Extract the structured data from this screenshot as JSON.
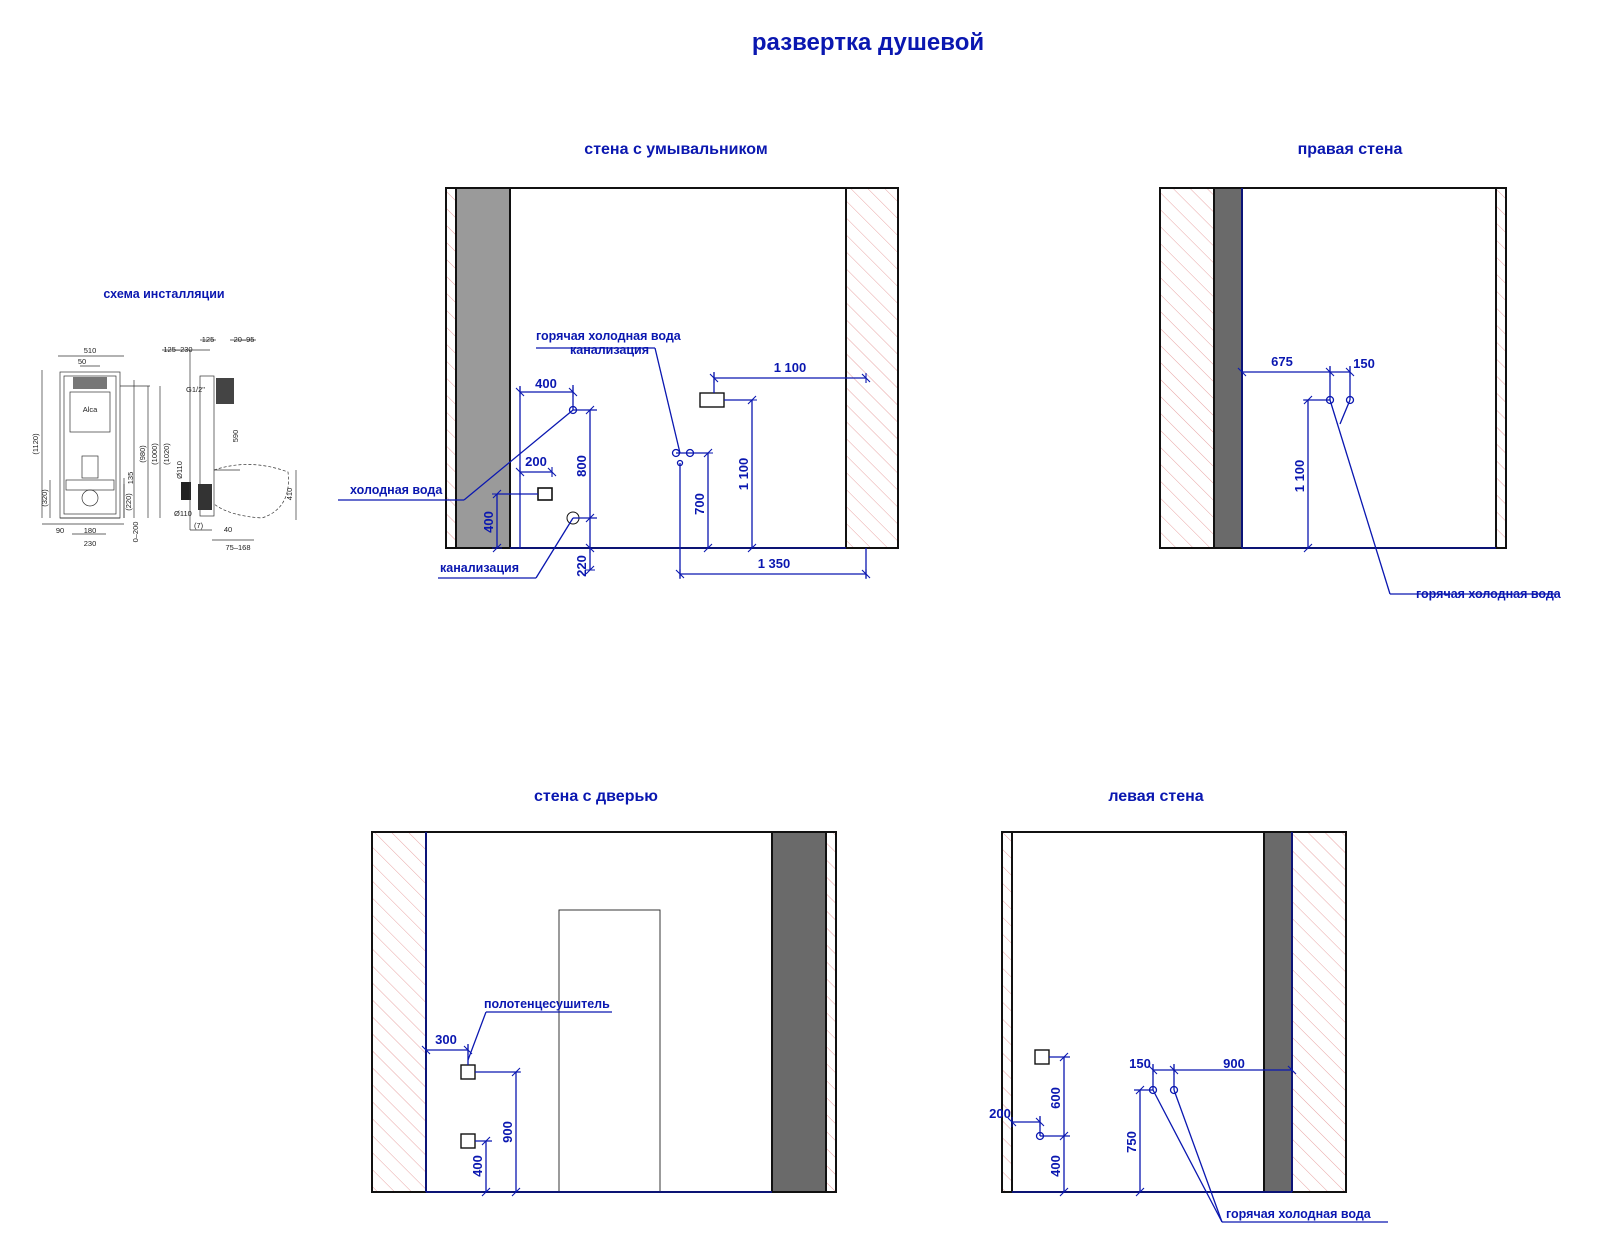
{
  "title": "развертка душевой",
  "colors": {
    "accent": "#0a17b0",
    "wall_hatch": "#e8a3a3",
    "tile_gray": "#9a9a9a",
    "tile_dark": "#6a6a6a"
  },
  "install": {
    "title": "схема инсталляции",
    "labels": [
      "510",
      "50",
      "125–230",
      "125",
      "20–95",
      "G1/2\"",
      "(1120)",
      "(980)",
      "(1000)",
      "(1020)",
      "(320)",
      "(220)",
      "135",
      "590",
      "Ø110",
      "Ø110",
      "410",
      "90",
      "180",
      "230",
      "0–200",
      "(7)",
      "40",
      "75–168",
      "Alca"
    ]
  },
  "wall_sink": {
    "title": "стена с умывальником",
    "dims": {
      "d400_top": "400",
      "d200": "200",
      "d800": "800",
      "d400_side": "400",
      "d220": "220",
      "d700": "700",
      "d1100_v": "1 100",
      "d1100_h": "1 100",
      "d1350": "1 350"
    },
    "notes": {
      "hot_cold": "горячая холодная вода",
      "sewer_top": "канализация",
      "cold": "холодная вода",
      "sewer_bottom": "канализация"
    }
  },
  "wall_right": {
    "title": "правая стена",
    "dims": {
      "d675": "675",
      "d150": "150",
      "d1100": "1 100"
    },
    "notes": {
      "hot_cold": "горячая холодная вода"
    }
  },
  "wall_door": {
    "title": "стена с дверью",
    "dims": {
      "d300": "300",
      "d900": "900",
      "d400": "400"
    },
    "notes": {
      "towel": "полотенцесушитель"
    }
  },
  "wall_left": {
    "title": "левая стена",
    "dims": {
      "d150": "150",
      "d900": "900",
      "d200": "200",
      "d600": "600",
      "d400": "400",
      "d750": "750"
    },
    "notes": {
      "hot_cold": "горячая холодная вода"
    }
  }
}
